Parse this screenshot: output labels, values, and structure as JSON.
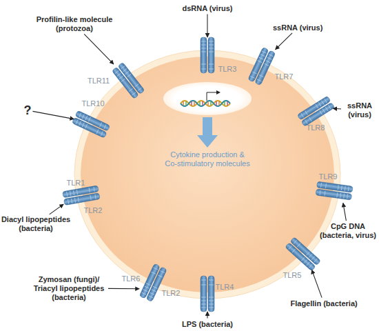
{
  "diagram": {
    "nodes": [
      {
        "text": [
          "Cytokine production & Co-stimulatory molecules"
        ]
      },
      {
        "text": [
          "dsRNA (virus)"
        ]
      },
      {
        "text": [
          "Profilin-like molecule (protozoa)"
        ]
      },
      {
        "text": [
          "ssRNA (virus)"
        ]
      },
      {
        "text": [
          "TLR11"
        ]
      },
      {
        "text": [
          "TLR3"
        ]
      },
      {
        "text": [
          "TLR7"
        ]
      },
      {
        "text": [
          "?"
        ]
      },
      {
        "text": [
          "TLR10"
        ]
      },
      {
        "text": [
          "ssRNA (virus)"
        ]
      },
      {
        "text": [
          "TLR8"
        ]
      },
      {
        "text": [
          "TLR1",
          "TLR2"
        ]
      },
      {
        "text": [
          "Diacyl lipopeptides (bacteria)"
        ]
      },
      {
        "text": [
          "TLR9"
        ]
      },
      {
        "text": [
          "CpG DNA (bacteria, virus)"
        ]
      },
      {
        "text": [
          "TLR5"
        ]
      },
      {
        "text": [
          "TLR6",
          "TLR2"
        ]
      },
      {
        "text": [
          "Zymosan (fungi)/ Triacyl lipopeptides (bacteria)"
        ]
      },
      {
        "text": [
          "Flagellin (bacteria)"
        ]
      },
      {
        "text": [
          "TLR4"
        ]
      },
      {
        "text": [
          "LPS (bacteria)"
        ]
      }
    ],
    "edges": [
      {
        "from": 1,
        "to": 5,
        "arrow": "to"
      },
      {
        "from": 2,
        "to": 4,
        "arrow": "to"
      },
      {
        "from": 3,
        "to": 6,
        "arrow": "to"
      },
      {
        "from": 7,
        "to": 8,
        "arrow": "to"
      },
      {
        "from": 9,
        "to": 10,
        "arrow": "to"
      },
      {
        "from": 12,
        "to": 11,
        "arrow": "to"
      },
      {
        "from": 14,
        "to": 13,
        "arrow": "to"
      },
      {
        "from": 17,
        "to": 16,
        "arrow": "to"
      },
      {
        "from": 18,
        "to": 15,
        "arrow": "to"
      },
      {
        "from": 20,
        "to": 19,
        "arrow": "to"
      }
    ]
  }
}
